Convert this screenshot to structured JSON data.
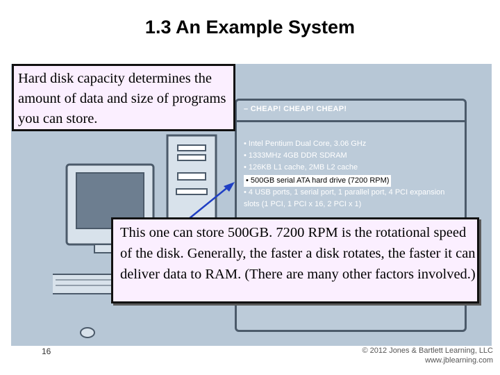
{
  "slide": {
    "title": "1.3 An Example System",
    "page_number": "16"
  },
  "ad": {
    "title": "– CHEAP! CHEAP! CHEAP!",
    "specs": [
      "• Intel Pentium Dual Core, 3.06 GHz",
      "• 1333MHz 4GB DDR SDRAM",
      "• 126KB L1 cache, 2MB L2 cache",
      "• 500GB serial ATA hard drive (7200 RPM)",
      "• 4 USB ports, 1 serial port, 1 parallel port, 4 PCI expansion",
      "  slots (1 PCI, 1 PCI x 16, 2 PCI x 1)"
    ],
    "highlighted_index": 3
  },
  "callouts": {
    "top": "Hard disk capacity determines the amount of data and size of programs you can store.",
    "bottom": "This one can store 500GB.  7200 RPM is the rotational speed of the disk.  Generally, the faster a disk rotates, the faster it can deliver data to RAM.  (There are many other factors involved.)"
  },
  "footer": {
    "copyright_line1": "© 2012 Jones & Bartlett Learning, LLC",
    "copyright_line2": "www.jblearning.com"
  },
  "colors": {
    "figure_bg": "#b7c7d6",
    "callout_bg": "#fbefff",
    "arrow": "#1f3fc4"
  }
}
